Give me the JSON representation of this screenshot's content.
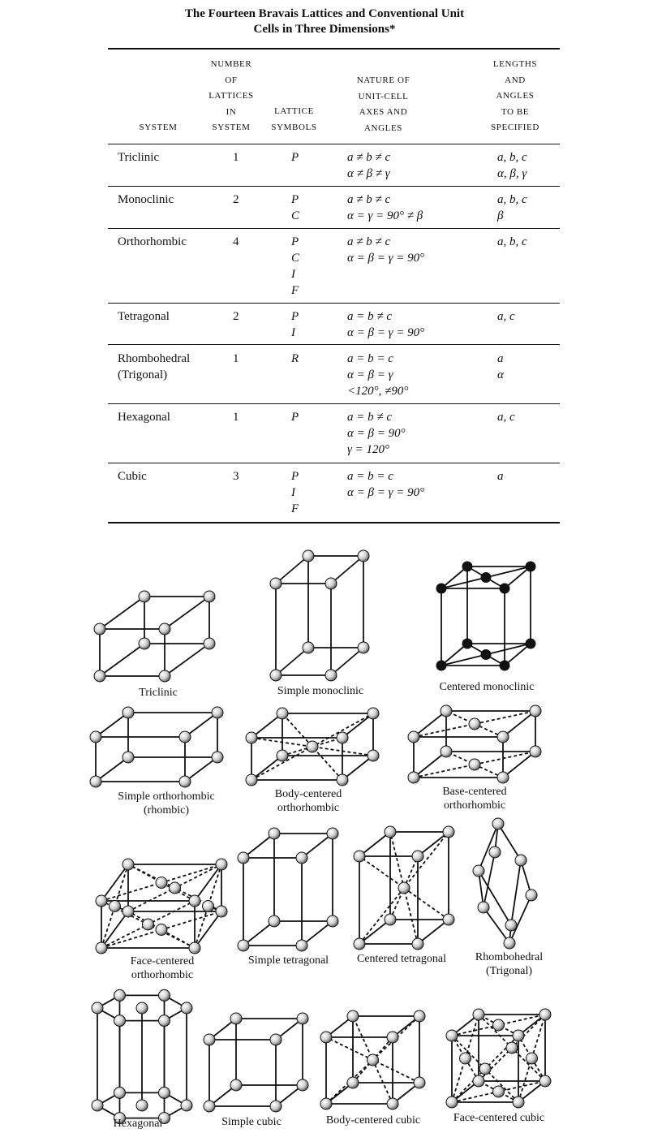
{
  "title": {
    "line1": "The Fourteen Bravais Lattices and Conventional Unit",
    "line2": "Cells in Three Dimensions*"
  },
  "table": {
    "headers": {
      "system": "SYSTEM",
      "number": [
        "NUMBER",
        "OF",
        "LATTICES",
        "IN",
        "SYSTEM"
      ],
      "symbols": [
        "LATTICE",
        "SYMBOLS"
      ],
      "nature": [
        "NATURE OF",
        "UNIT-CELL",
        "AXES AND",
        "ANGLES"
      ],
      "lengths": [
        "LENGTHS",
        "AND",
        "ANGLES",
        "TO BE",
        "SPECIFIED"
      ]
    },
    "rows": [
      {
        "system": [
          "Triclinic"
        ],
        "number": "1",
        "symbols": [
          "P"
        ],
        "axes": [
          "a ≠ b ≠ c",
          "α ≠ β ≠ γ"
        ],
        "specified": [
          "a, b, c",
          "α, β, γ"
        ]
      },
      {
        "system": [
          "Monoclinic"
        ],
        "number": "2",
        "symbols": [
          "P",
          "C"
        ],
        "axes": [
          "a ≠ b ≠ c",
          "α = γ = 90° ≠ β"
        ],
        "specified": [
          "a, b, c",
          "β"
        ]
      },
      {
        "system": [
          "Orthorhombic"
        ],
        "number": "4",
        "symbols": [
          "P",
          "C",
          "I",
          "F"
        ],
        "axes": [
          "a ≠ b ≠ c",
          "α = β = γ = 90°"
        ],
        "specified": [
          "a, b, c"
        ]
      },
      {
        "system": [
          "Tetragonal"
        ],
        "number": "2",
        "symbols": [
          "P",
          "I"
        ],
        "axes": [
          "a = b ≠ c",
          "α = β = γ = 90°"
        ],
        "specified": [
          "a, c"
        ]
      },
      {
        "system": [
          "Rhombohedral",
          "(Trigonal)"
        ],
        "number": "1",
        "symbols": [
          "R"
        ],
        "axes": [
          "a = b = c",
          "α = β = γ",
          "<120°, ≠90°"
        ],
        "specified": [
          "a",
          "α"
        ]
      },
      {
        "system": [
          "Hexagonal"
        ],
        "number": "1",
        "symbols": [
          "P"
        ],
        "axes": [
          "a = b ≠ c",
          "α = β = 90°",
          "γ = 120°"
        ],
        "specified": [
          "a, c"
        ]
      },
      {
        "system": [
          "Cubic"
        ],
        "number": "3",
        "symbols": [
          "P",
          "I",
          "F"
        ],
        "axes": [
          "a = b = c",
          "α = β = γ = 90°"
        ],
        "specified": [
          "a"
        ]
      }
    ]
  },
  "figures": {
    "triclinic": "Triclinic",
    "simple_monoclinic": "Simple monoclinic",
    "centered_monoclinic": "Centered monoclinic",
    "simple_orthorhombic": [
      "Simple orthorhombic",
      "(rhombic)"
    ],
    "body_centered_orthorhombic": [
      "Body-centered",
      "orthorhombic"
    ],
    "base_centered_orthorhombic": [
      "Base-centered",
      "orthorhombic"
    ],
    "face_centered_orthorhombic": [
      "Face-centered",
      "orthorhombic"
    ],
    "simple_tetragonal": "Simple tetragonal",
    "centered_tetragonal": "Centered tetragonal",
    "rhombohedral": [
      "Rhombohedral",
      "(Trigonal)"
    ],
    "hexagonal": "Hexagonal",
    "simple_cubic": "Simple cubic",
    "body_centered_cubic": "Body-centered cubic",
    "face_centered_cubic": "Face-centered cubic"
  }
}
